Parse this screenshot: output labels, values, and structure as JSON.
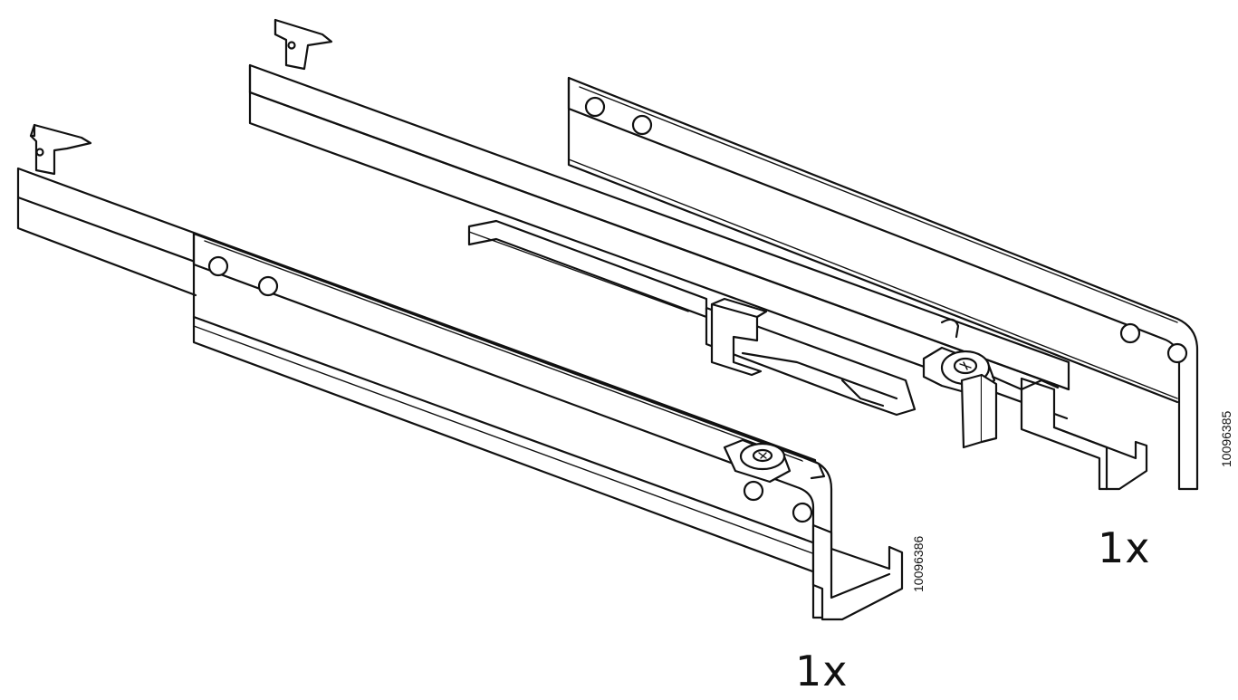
{
  "parts": [
    {
      "article_code": "10096385",
      "quantity": "1x"
    },
    {
      "article_code": "10096386",
      "quantity": "1x"
    }
  ]
}
